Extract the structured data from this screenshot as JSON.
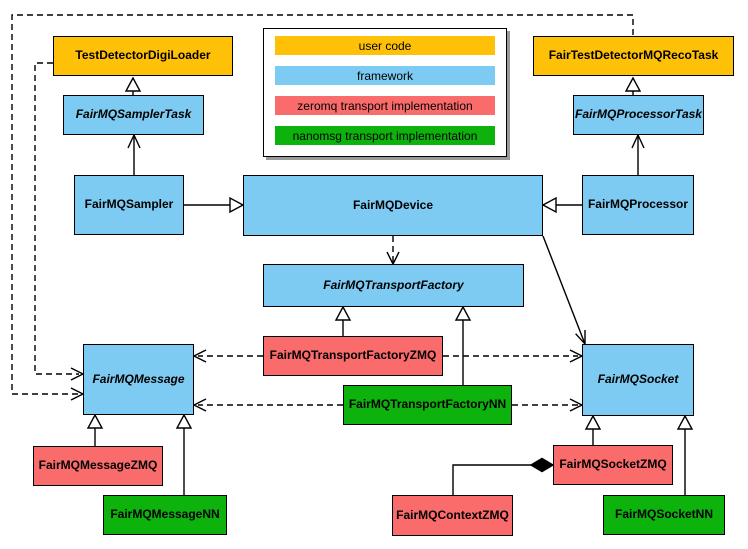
{
  "legend": {
    "items": [
      {
        "label": "user code",
        "color": "#FFC107",
        "category": "user-code"
      },
      {
        "label": "framework",
        "color": "#7DCBF2",
        "category": "framework"
      },
      {
        "label": "zeromq transport implementation",
        "color": "#FA6B6B",
        "category": "zeromq"
      },
      {
        "label": "nanomsg transport implementation",
        "color": "#0DB20D",
        "category": "nanomsg"
      }
    ]
  },
  "nodes": {
    "digi_loader": {
      "label": "TestDetectorDigiLoader",
      "category": "user-code",
      "abstract": false
    },
    "reco_task": {
      "label": "FairTestDetectorMQRecoTask",
      "category": "user-code",
      "abstract": false
    },
    "sampler_task": {
      "label": "FairMQSamplerTask",
      "category": "framework",
      "abstract": true
    },
    "processor_task": {
      "label": "FairMQProcessorTask",
      "category": "framework",
      "abstract": true
    },
    "sampler": {
      "label": "FairMQSampler",
      "category": "framework",
      "abstract": false
    },
    "device": {
      "label": "FairMQDevice",
      "category": "framework",
      "abstract": false
    },
    "processor": {
      "label": "FairMQProcessor",
      "category": "framework",
      "abstract": false
    },
    "transport_factory": {
      "label": "FairMQTransportFactory",
      "category": "framework",
      "abstract": true
    },
    "transport_factory_zmq": {
      "label": "FairMQTransportFactoryZMQ",
      "category": "zeromq",
      "abstract": false
    },
    "transport_factory_nn": {
      "label": "FairMQTransportFactoryNN",
      "category": "nanomsg",
      "abstract": false
    },
    "message": {
      "label": "FairMQMessage",
      "category": "framework",
      "abstract": true
    },
    "socket": {
      "label": "FairMQSocket",
      "category": "framework",
      "abstract": true
    },
    "message_zmq": {
      "label": "FairMQMessageZMQ",
      "category": "zeromq",
      "abstract": false
    },
    "message_nn": {
      "label": "FairMQMessageNN",
      "category": "nanomsg",
      "abstract": false
    },
    "context_zmq": {
      "label": "FairMQContextZMQ",
      "category": "zeromq",
      "abstract": false
    },
    "socket_zmq": {
      "label": "FairMQSocketZMQ",
      "category": "zeromq",
      "abstract": false
    },
    "socket_nn": {
      "label": "FairMQSocketNN",
      "category": "nanomsg",
      "abstract": false
    }
  },
  "edges": [
    {
      "from": "FairMQSamplerTask",
      "to": "TestDetectorDigiLoader",
      "relation": "generalization"
    },
    {
      "from": "FairMQProcessorTask",
      "to": "FairTestDetectorMQRecoTask",
      "relation": "generalization"
    },
    {
      "from": "FairMQSampler",
      "to": "FairMQDevice",
      "relation": "generalization"
    },
    {
      "from": "FairMQProcessor",
      "to": "FairMQDevice",
      "relation": "generalization"
    },
    {
      "from": "FairMQSampler",
      "to": "FairMQSamplerTask",
      "relation": "association"
    },
    {
      "from": "FairMQProcessor",
      "to": "FairMQProcessorTask",
      "relation": "association"
    },
    {
      "from": "FairMQDevice",
      "to": "FairMQTransportFactory",
      "relation": "dependency"
    },
    {
      "from": "FairMQDevice",
      "to": "FairMQSocket",
      "relation": "association"
    },
    {
      "from": "FairMQTransportFactoryZMQ",
      "to": "FairMQTransportFactory",
      "relation": "generalization"
    },
    {
      "from": "FairMQTransportFactoryNN",
      "to": "FairMQTransportFactory",
      "relation": "generalization"
    },
    {
      "from": "FairMQTransportFactoryZMQ",
      "to": "FairMQMessage",
      "relation": "dependency"
    },
    {
      "from": "FairMQTransportFactoryZMQ",
      "to": "FairMQSocket",
      "relation": "dependency"
    },
    {
      "from": "FairMQTransportFactoryNN",
      "to": "FairMQMessage",
      "relation": "dependency"
    },
    {
      "from": "FairMQTransportFactoryNN",
      "to": "FairMQSocket",
      "relation": "dependency"
    },
    {
      "from": "FairMQMessageZMQ",
      "to": "FairMQMessage",
      "relation": "generalization"
    },
    {
      "from": "FairMQMessageNN",
      "to": "FairMQMessage",
      "relation": "generalization"
    },
    {
      "from": "FairMQSocketZMQ",
      "to": "FairMQSocket",
      "relation": "generalization"
    },
    {
      "from": "FairMQSocketNN",
      "to": "FairMQSocket",
      "relation": "generalization"
    },
    {
      "from": "FairMQContextZMQ",
      "to": "FairMQSocketZMQ",
      "relation": "composition"
    },
    {
      "from": "TestDetectorDigiLoader",
      "to": "FairMQMessage",
      "relation": "dependency"
    },
    {
      "from": "FairTestDetectorMQRecoTask",
      "to": "FairMQMessage",
      "relation": "dependency"
    }
  ]
}
